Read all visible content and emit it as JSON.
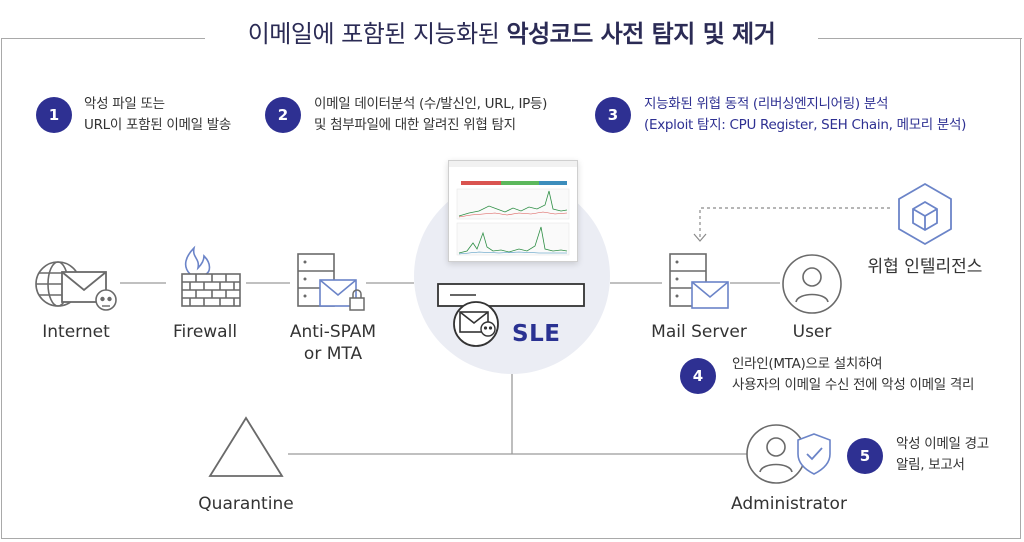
{
  "title": {
    "regular": "이메일에 포함된 지능화된 ",
    "bold": "악성코드 사전 탐지 및 제거"
  },
  "steps": [
    {
      "num": "1",
      "line1": "악성 파일 또는",
      "line2": "URL이 포함된 이메일 발송"
    },
    {
      "num": "2",
      "line1": "이메일 데이터분석 (수/발신인, URL, IP등)",
      "line2": "및 첨부파일에 대한 알려진 위협 탐지"
    },
    {
      "num": "3",
      "line1": "지능화된 위협 동적 (리버싱엔지니어링) 분석",
      "line2": "(Exploit 탐지: CPU Register, SEH Chain, 메모리 분석)"
    },
    {
      "num": "4",
      "line1": "인라인(MTA)으로 설치하여",
      "line2": "사용자의 이메일 수신 전에 악성 이메일 격리"
    },
    {
      "num": "5",
      "line1": "악성 이메일 경고",
      "line2": "알림, 보고서"
    }
  ],
  "nodes": {
    "internet": "Internet",
    "firewall": "Firewall",
    "antispam_line1": "Anti-SPAM",
    "antispam_line2": "or MTA",
    "sle": "SLE",
    "mail_server": "Mail Server",
    "user": "User",
    "threat_intel": "위협 인텔리전스",
    "quarantine": "Quarantine",
    "administrator": "Administrator"
  },
  "colors": {
    "accent": "#2e3092",
    "icon": "#6a6a6a",
    "icon_blue": "#6b84c8",
    "circle": "#ebedf4"
  }
}
